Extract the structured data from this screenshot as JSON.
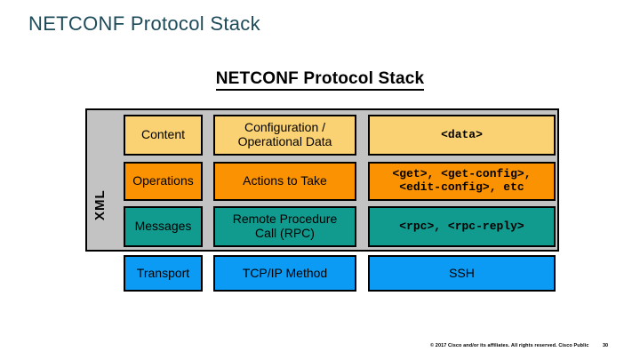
{
  "slide": {
    "title": "NETCONF Protocol Stack"
  },
  "diagram": {
    "title": "NETCONF Protocol Stack",
    "group_label": "XML",
    "layers": [
      {
        "name": "content",
        "color": "#fbd273",
        "layer_label": "Content",
        "description": "Configuration /\nOperational Data",
        "description_lines": [
          "Configuration /",
          "Operational Data"
        ],
        "examples": "<data>",
        "examples_lines": [
          "<data>"
        ],
        "inside_xml": true
      },
      {
        "name": "operations",
        "color": "#fb9201",
        "layer_label": "Operations",
        "description": "Actions to Take",
        "description_lines": [
          "Actions to Take"
        ],
        "examples": "<get>, <get-config>, <edit-config>, etc",
        "examples_lines": [
          "<get>, <get-config>,",
          "<edit-config>, etc"
        ],
        "inside_xml": true
      },
      {
        "name": "messages",
        "color": "#119a8e",
        "layer_label": "Messages",
        "description": "Remote Procedure\nCall (RPC)",
        "description_lines": [
          "Remote Procedure",
          "Call (RPC)"
        ],
        "examples": "<rpc>, <rpc-reply>",
        "examples_lines": [
          "<rpc>, <rpc-reply>"
        ],
        "inside_xml": true
      },
      {
        "name": "transport",
        "color": "#0b9bf5",
        "layer_label": "Transport",
        "description": "TCP/IP Method",
        "description_lines": [
          "TCP/IP Method"
        ],
        "examples": "SSH",
        "examples_lines": [
          "SSH"
        ],
        "inside_xml": false
      }
    ]
  },
  "footer": {
    "copyright": "© 2017  Cisco and/or its affiliates. All rights reserved.   Cisco Public",
    "page_number": "30"
  },
  "colors": {
    "slide_title": "#1d4b5a",
    "xml_container": "#c3c3c3",
    "border": "#000000",
    "background": "#ffffff"
  }
}
